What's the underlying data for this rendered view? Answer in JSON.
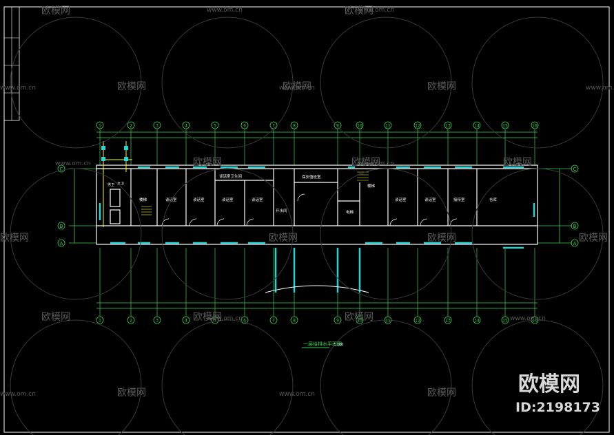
{
  "drawing": {
    "title": "一层给排水平面图",
    "scale": "1:100",
    "axis_labels_top": [
      "1",
      "2",
      "3",
      "4",
      "5",
      "6",
      "7",
      "8",
      "9",
      "10",
      "11",
      "12",
      "13",
      "14",
      "15",
      "16"
    ],
    "axis_labels_bottom": [
      "1",
      "2",
      "3",
      "4",
      "5",
      "6",
      "7",
      "8",
      "9",
      "10",
      "11",
      "12",
      "13",
      "14",
      "15",
      "16"
    ],
    "axis_labels_side": [
      "C",
      "B",
      "A"
    ],
    "rooms": {
      "stair_left": "楼梯",
      "room_a": "谈话室",
      "room_b": "谈话室",
      "room_c": "谈话室",
      "room_d_top": "谈话室卫生间",
      "room_d": "谈话室",
      "room_e": "开水间",
      "room_f": "保安值班室",
      "stair_right": "楼梯",
      "elevator": "电梯",
      "room_g": "谈话室",
      "room_h": "谈话室",
      "room_i": "接待室",
      "room_j": "仓库",
      "room_k": "男卫",
      "room_l": "女卫"
    }
  },
  "watermarks": {
    "brand": "欧模网",
    "url": "www.om.cn",
    "big_brand": "欧模网",
    "id": "ID:2198173"
  }
}
